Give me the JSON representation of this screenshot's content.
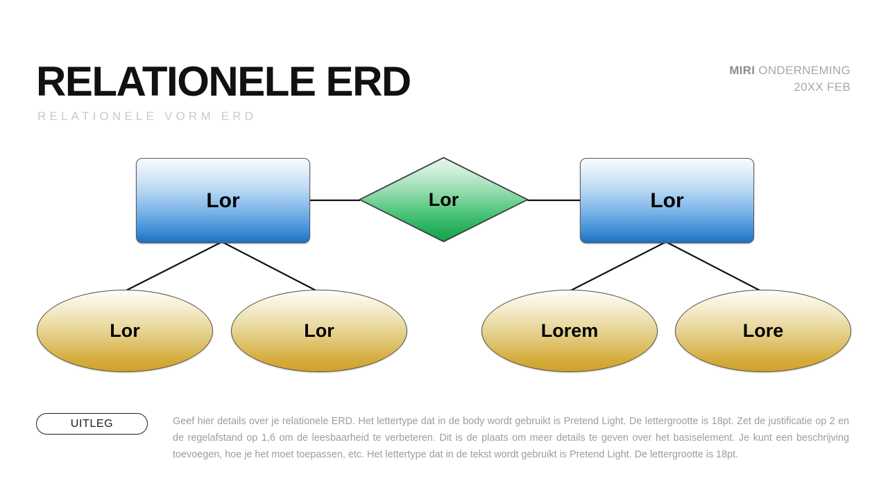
{
  "header": {
    "title": "RELATIONELE ERD",
    "subtitle": "RELATIONELE VORM ERD",
    "brand_strong": "MIRI",
    "brand_rest": " ONDERNEMING",
    "date": "20XX FEB"
  },
  "diagram": {
    "entities": [
      {
        "id": "entity-left",
        "label": "Lor"
      },
      {
        "id": "entity-right",
        "label": "Lor"
      }
    ],
    "relationship": {
      "id": "relationship-center",
      "label": "Lor"
    },
    "attributes": [
      {
        "id": "attribute-1",
        "label": "Lor"
      },
      {
        "id": "attribute-2",
        "label": "Lor"
      },
      {
        "id": "attribute-3",
        "label": "Lorem"
      },
      {
        "id": "attribute-4",
        "label": "Lore"
      }
    ]
  },
  "footer": {
    "badge_label": "UITLEG",
    "body": "Geef hier details over je relationele ERD. Het lettertype dat in de body wordt gebruikt is Pretend Light. De lettergrootte is 18pt. Zet de justificatie op 2 en de regelafstand op 1,6 om de leesbaarheid te verbeteren. Dit is de plaats om meer details te geven over het basiselement. Je kunt een beschrijving toevoegen, hoe je het moet toepassen, etc. Het lettertype dat in de tekst wordt gebruikt is Pretend Light. De lettergrootte is 18pt."
  },
  "colors": {
    "entity_fill_top": "#f7fbfe",
    "entity_fill_bottom": "#1f6fc2",
    "relationship_fill_top": "#ddf3e4",
    "relationship_fill_bottom": "#18a84c",
    "attribute_fill_top": "#fefdf7",
    "attribute_fill_bottom": "#cfa12b",
    "edge_stroke": "#111111",
    "subtitle": "#c9c9c9",
    "body_text": "#9d9d9d"
  }
}
